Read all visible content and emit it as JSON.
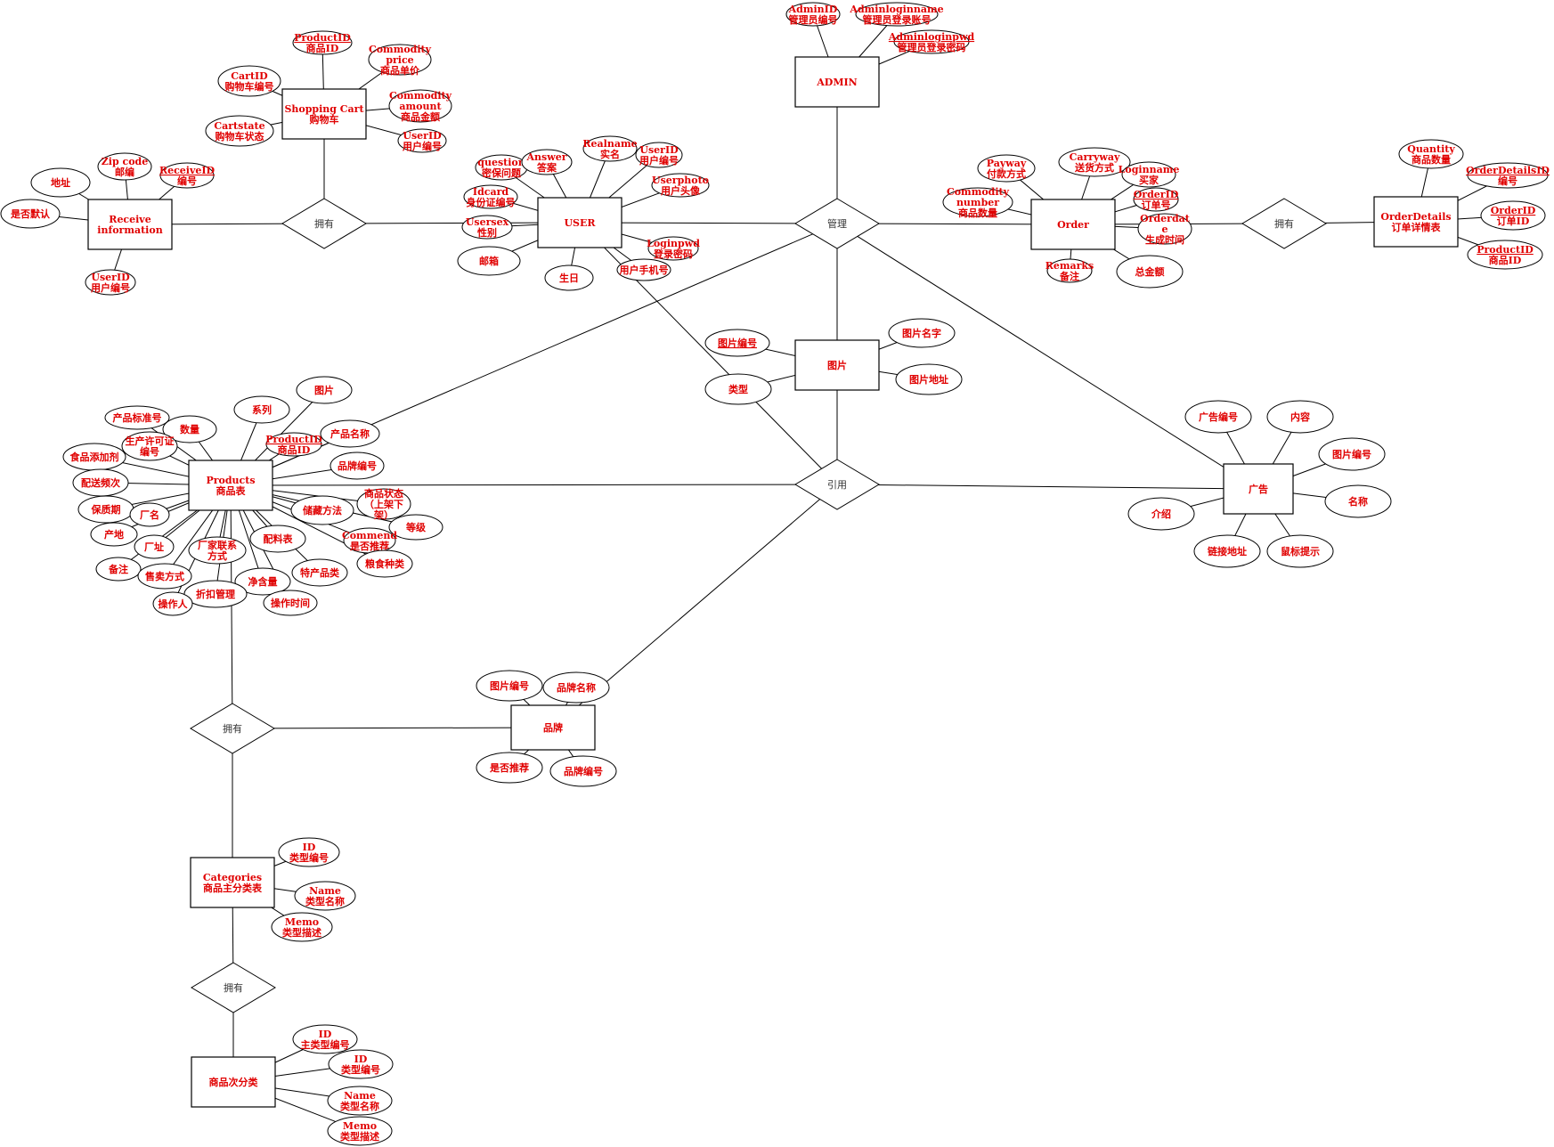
{
  "colors": {
    "line": "#000000",
    "attribute_text": "#e00000",
    "relation_text": "#333333",
    "fill": "#ffffff"
  },
  "entities": {
    "admin": [
      "ADMIN"
    ],
    "user": [
      "USER"
    ],
    "order": [
      "Order"
    ],
    "order_details": [
      "OrderDetails",
      "订单详情表"
    ],
    "shopping_cart": [
      "Shopping Cart",
      "购物车"
    ],
    "receive": [
      "Receive",
      "information"
    ],
    "picture": [
      "图片"
    ],
    "ad": [
      "广告"
    ],
    "products": [
      "Products",
      "商品表"
    ],
    "brand": [
      "品牌"
    ],
    "categories": [
      "Categories",
      "商品主分类表"
    ],
    "sub_categories": [
      "商品次分类"
    ]
  },
  "relationships": {
    "manage": "管理",
    "has_cart": "拥有",
    "has_details": "拥有",
    "refer": "引用",
    "has_brand": "拥有",
    "has_sub": "拥有"
  },
  "attributes": {
    "admin_id": [
      "AdminID",
      "管理员编号"
    ],
    "admin_login": [
      "Adminloginname",
      "管理员登录账号"
    ],
    "admin_pwd": [
      "Adminloginpwd",
      "管理员登录密码"
    ],
    "cart_product_id": [
      "ProductID",
      "商品ID"
    ],
    "cart_price": [
      "Commodity",
      "price",
      "商品单价"
    ],
    "cart_id": [
      "CartID",
      "购物车编号"
    ],
    "cart_amount": [
      "Commodity",
      "amount",
      "商品金额"
    ],
    "cart_state": [
      "Cartstate",
      "购物车状态"
    ],
    "cart_user_id": [
      "UserID",
      "用户编号"
    ],
    "recv_zip": [
      "Zip code",
      "邮编"
    ],
    "recv_id": [
      "ReceiveID",
      "编号"
    ],
    "recv_address": [
      "地址"
    ],
    "recv_default": [
      "是否默认"
    ],
    "recv_user_id": [
      "UserID",
      "用户编号"
    ],
    "user_question": [
      "question",
      "密保问题"
    ],
    "user_answer": [
      "Answer",
      "答案"
    ],
    "user_realname": [
      "Realname",
      "实名"
    ],
    "user_id": [
      "UserID",
      "用户编号"
    ],
    "user_photo": [
      "Userphoto",
      "用户头像"
    ],
    "user_idcard": [
      "Idcard",
      "身份证编号"
    ],
    "user_sex": [
      "Usersex",
      "性别"
    ],
    "user_email": [
      "邮箱"
    ],
    "user_birthday": [
      "生日"
    ],
    "user_pwd": [
      "Loginpwd",
      "登录密码"
    ],
    "user_phone": [
      "用户手机号"
    ],
    "order_payway": [
      "Payway",
      "付款方式"
    ],
    "order_carryway": [
      "Carryway",
      "送货方式"
    ],
    "order_loginname": [
      "Loginname",
      "买家"
    ],
    "order_number": [
      "Commodity",
      "number",
      "商品数量"
    ],
    "order_id": [
      "OrderID",
      "订单号"
    ],
    "order_date": [
      "Orderdat",
      "e",
      "生成时间"
    ],
    "order_remarks": [
      "Remarks",
      "备注"
    ],
    "order_total": [
      "总金额"
    ],
    "od_quantity": [
      "Quantity",
      "商品数量"
    ],
    "od_id": [
      "OrderDetailsID",
      "编号"
    ],
    "od_order_id": [
      "OrderID",
      "订单ID"
    ],
    "od_product_id": [
      "ProductID",
      "商品ID"
    ],
    "pic_id": [
      "图片编号"
    ],
    "pic_name": [
      "图片名字"
    ],
    "pic_type": [
      "类型"
    ],
    "pic_addr": [
      "图片地址"
    ],
    "ad_id": [
      "广告编号"
    ],
    "ad_content": [
      "内容"
    ],
    "ad_pic_id": [
      "图片编号"
    ],
    "ad_name": [
      "名称"
    ],
    "ad_intro": [
      "介绍"
    ],
    "ad_link": [
      "链接地址"
    ],
    "ad_tip": [
      "鼠标提示"
    ],
    "p_pic": [
      "图片"
    ],
    "p_series": [
      "系列"
    ],
    "p_standard": [
      "产品标准号"
    ],
    "p_quantity": [
      "数量"
    ],
    "p_license": [
      "生产许可证",
      "编号"
    ],
    "p_product_id": [
      "ProductID",
      "商品ID"
    ],
    "p_name": [
      "产品名称"
    ],
    "p_additive": [
      "食品添加剂"
    ],
    "p_brand_id": [
      "品牌编号"
    ],
    "p_freq": [
      "配送频次"
    ],
    "p_status": [
      "商品状态",
      "（上架下",
      "架）"
    ],
    "p_shelf": [
      "保质期"
    ],
    "p_factory_name": [
      "厂名"
    ],
    "p_storage": [
      "储藏方法"
    ],
    "p_grade": [
      "等级"
    ],
    "p_origin": [
      "产地"
    ],
    "p_factory_addr": [
      "厂址"
    ],
    "p_contact": [
      "厂家联系",
      "方式"
    ],
    "p_ingredients": [
      "配料表"
    ],
    "p_commend": [
      "Commend",
      "是否推荐"
    ],
    "p_grain": [
      "粮食种类"
    ],
    "p_remark": [
      "备注"
    ],
    "p_saleway": [
      "售卖方式"
    ],
    "p_net": [
      "净含量"
    ],
    "p_special": [
      "特产品类"
    ],
    "p_discount": [
      "折扣管理"
    ],
    "p_operator": [
      "操作人"
    ],
    "p_optime": [
      "操作时间"
    ],
    "b_pic_id": [
      "图片编号"
    ],
    "b_name": [
      "品牌名称"
    ],
    "b_commend": [
      "是否推荐"
    ],
    "b_id": [
      "品牌编号"
    ],
    "c_id": [
      "ID",
      "类型编号"
    ],
    "c_name": [
      "Name",
      "类型名称"
    ],
    "c_memo": [
      "Memo",
      "类型描述"
    ],
    "s_main_id": [
      "ID",
      "主类型编号"
    ],
    "s_id": [
      "ID",
      "类型编号"
    ],
    "s_name": [
      "Name",
      "类型名称"
    ],
    "s_memo": [
      "Memo",
      "类型描述"
    ]
  }
}
